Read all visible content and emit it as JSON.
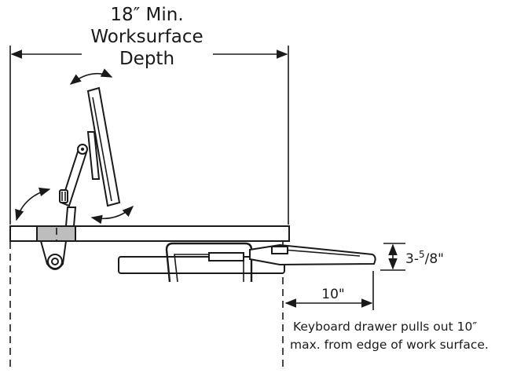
{
  "labels": {
    "depth_line1": "18″ Min.",
    "depth_line2": "Worksurface",
    "depth_line3": "Depth",
    "height": "3-",
    "height_sup": "5",
    "height_frac": "/8\"",
    "pullout": "10\"",
    "note_line1": "Keyboard drawer pulls out 10″",
    "note_line2": "max. from edge of work surface."
  },
  "icons": {
    "rotation_arrows": "curved-double-arrow-icon",
    "adjust_knob": "knob-icon"
  }
}
